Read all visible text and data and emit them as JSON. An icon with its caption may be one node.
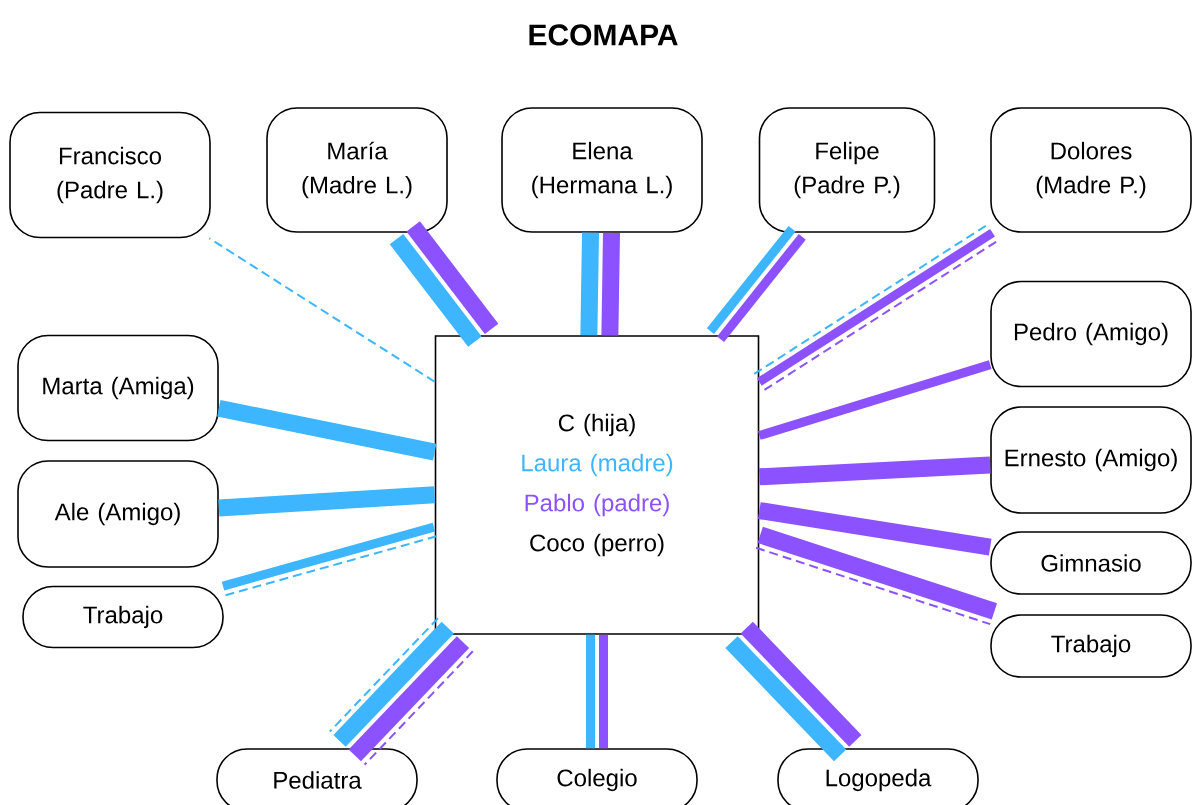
{
  "diagram": {
    "title": "ECOMAPA",
    "nodes": [
      {
        "text": [
          "Francisco (Padre L.)"
        ]
      },
      {
        "text": [
          "María (Madre L.)"
        ]
      },
      {
        "text": [
          "Elena (Hermana L.)"
        ]
      },
      {
        "text": [
          "Felipe (Padre P.)"
        ]
      },
      {
        "text": [
          "Dolores (Madre P.)"
        ]
      },
      {
        "text": [
          "Pedro (Amigo)"
        ]
      },
      {
        "text": [
          "Marta (Amiga)"
        ]
      },
      {
        "text": [
          "C (hija)",
          "Laura (madre)",
          "Pablo (padre)",
          "Coco (perro)"
        ]
      },
      {
        "text": [
          "Ernesto (Amigo)"
        ]
      },
      {
        "text": [
          "Ale (Amigo)"
        ]
      },
      {
        "text": [
          "Gimnasio"
        ]
      },
      {
        "text": [
          "Trabajo"
        ]
      },
      {
        "text": [
          "Trabajo"
        ]
      },
      {
        "text": [
          "Pediatra"
        ]
      },
      {
        "text": [
          "Colegio"
        ]
      },
      {
        "text": [
          "Logopeda"
        ]
      }
    ],
    "edges": [
      {
        "from": 7,
        "to": 0,
        "arrow": "none",
        "style": "dashed",
        "color": "#3db5ff"
      },
      {
        "from": 7,
        "to": 1,
        "arrow": "none",
        "style": "thick",
        "color": "#3db5ff"
      },
      {
        "from": 7,
        "to": 1,
        "arrow": "none",
        "style": "thick",
        "color": "#8c52ff"
      },
      {
        "from": 7,
        "to": 2,
        "arrow": "none",
        "style": "thick",
        "color": "#3db5ff"
      },
      {
        "from": 7,
        "to": 2,
        "arrow": "none",
        "style": "thick",
        "color": "#8c52ff"
      },
      {
        "from": 7,
        "to": 3,
        "arrow": "none",
        "color": "#3db5ff"
      },
      {
        "from": 7,
        "to": 3,
        "arrow": "none",
        "color": "#8c52ff"
      },
      {
        "from": 7,
        "to": 4,
        "arrow": "none",
        "style": "dashed",
        "color": "#3db5ff"
      },
      {
        "from": 7,
        "to": 4,
        "arrow": "none",
        "color": "#8c52ff"
      },
      {
        "from": 7,
        "to": 4,
        "arrow": "none",
        "style": "dashed",
        "color": "#8c52ff"
      },
      {
        "from": 7,
        "to": 5,
        "arrow": "none",
        "color": "#8c52ff"
      },
      {
        "from": 7,
        "to": 6,
        "arrow": "none",
        "style": "thick",
        "color": "#3db5ff"
      },
      {
        "from": 7,
        "to": 8,
        "arrow": "none",
        "style": "thick",
        "color": "#8c52ff"
      },
      {
        "from": 7,
        "to": 9,
        "arrow": "none",
        "style": "thick",
        "color": "#3db5ff"
      },
      {
        "from": 7,
        "to": 10,
        "arrow": "none",
        "style": "thick",
        "color": "#8c52ff"
      },
      {
        "from": 7,
        "to": 11,
        "arrow": "none",
        "style": "dashed",
        "color": "#3db5ff"
      },
      {
        "from": 7,
        "to": 11,
        "arrow": "none",
        "color": "#3db5ff"
      },
      {
        "from": 7,
        "to": 12,
        "arrow": "none",
        "style": "thick",
        "color": "#8c52ff"
      },
      {
        "from": 7,
        "to": 12,
        "arrow": "none",
        "style": "dashed",
        "color": "#8c52ff"
      },
      {
        "from": 7,
        "to": 13,
        "arrow": "none",
        "style": "dashed",
        "color": "#8c52ff"
      },
      {
        "from": 7,
        "to": 13,
        "arrow": "none",
        "style": "thick",
        "color": "#8c52ff"
      },
      {
        "from": 7,
        "to": 13,
        "arrow": "none",
        "style": "thick",
        "color": "#3db5ff"
      },
      {
        "from": 7,
        "to": 13,
        "arrow": "none",
        "style": "dashed",
        "color": "#3db5ff"
      },
      {
        "from": 7,
        "to": 14,
        "arrow": "none",
        "color": "#8c52ff"
      },
      {
        "from": 7,
        "to": 14,
        "arrow": "none",
        "color": "#3db5ff"
      },
      {
        "from": 7,
        "to": 15,
        "arrow": "none",
        "style": "thick",
        "color": "#8c52ff"
      },
      {
        "from": 7,
        "to": 15,
        "arrow": "none",
        "style": "thick",
        "color": "#3db5ff"
      }
    ]
  }
}
